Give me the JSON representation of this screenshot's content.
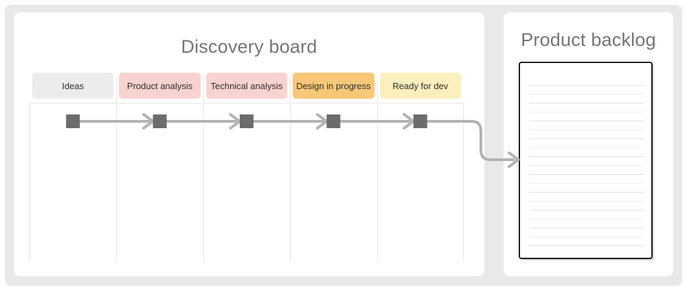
{
  "discovery": {
    "title": "Discovery board",
    "columns": [
      {
        "label": "Ideas",
        "color": "#ececec"
      },
      {
        "label": "Product analysis",
        "color": "#f9d3cf"
      },
      {
        "label": "Technical analysis",
        "color": "#f9d3cf"
      },
      {
        "label": "Design in progress",
        "color": "#f8c878"
      },
      {
        "label": "Ready for dev",
        "color": "#fbefbd"
      }
    ]
  },
  "backlog": {
    "title": "Product backlog"
  },
  "colors": {
    "panel_background": "#e9e9e9",
    "card_background": "#ffffff",
    "title_text": "#757575",
    "header_text": "#2d2d2d",
    "connector": "#b3b3b3",
    "task_square": "#6c6c6c",
    "grid_line": "#e6e6e6",
    "document_border": "#1d1d1d"
  }
}
